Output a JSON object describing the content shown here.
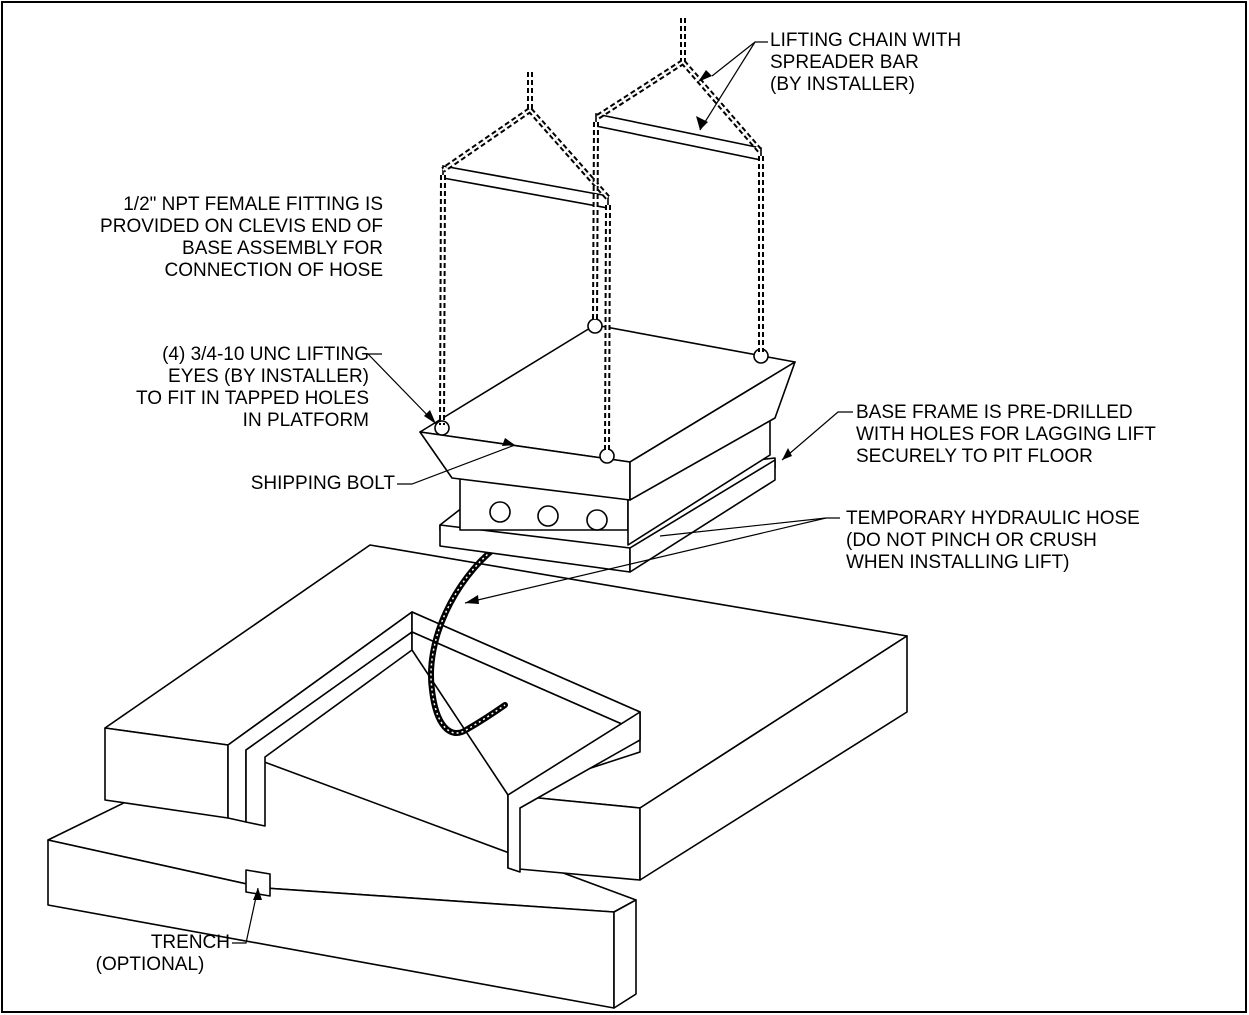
{
  "callouts": {
    "lifting_chain": [
      "LIFTING CHAIN WITH",
      "SPREADER BAR",
      "(BY INSTALLER)"
    ],
    "npt_fitting": [
      "1/2\" NPT FEMALE FITTING IS",
      "PROVIDED ON CLEVIS END OF",
      "BASE ASSEMBLY FOR",
      "CONNECTION OF HOSE"
    ],
    "lifting_eyes": [
      "(4) 3/4-10 UNC LIFTING",
      "EYES (BY INSTALLER)",
      "TO FIT IN TAPPED HOLES",
      "IN PLATFORM"
    ],
    "shipping_bolt": "SHIPPING BOLT",
    "base_frame": [
      "BASE FRAME IS PRE-DRILLED",
      "WITH HOLES FOR LAGGING LIFT",
      "SECURELY TO PIT FLOOR"
    ],
    "hydraulic_hose": [
      "TEMPORARY HYDRAULIC HOSE",
      "(DO NOT PINCH OR CRUSH",
      "WHEN INSTALLING LIFT)"
    ],
    "trench": [
      "TRENCH",
      "(OPTIONAL)"
    ]
  },
  "colors": {
    "line": "#000000",
    "background": "#ffffff"
  }
}
